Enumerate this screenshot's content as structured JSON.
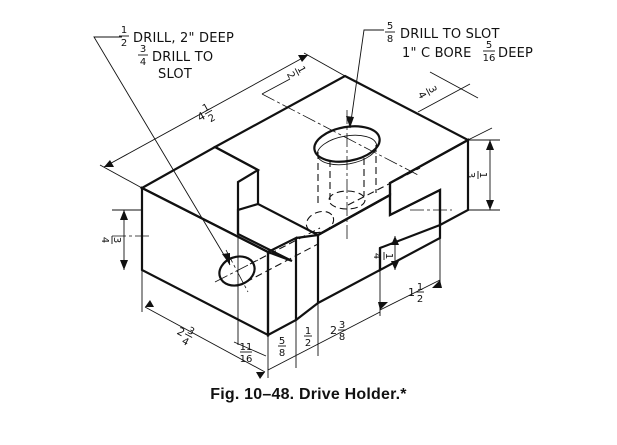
{
  "caption": "Fig. 10–48. Drive Holder.*",
  "notes": {
    "left": {
      "frac1": {
        "num": "1",
        "den": "2"
      },
      "line1": "DRILL, 2\" DEEP",
      "frac2": {
        "num": "3",
        "den": "4"
      },
      "line2": "DRILL TO",
      "line3": "SLOT"
    },
    "right": {
      "frac1": {
        "num": "5",
        "den": "8"
      },
      "line1": "DRILL TO SLOT",
      "line2a": "1\" C BORE",
      "frac2": {
        "num": "5",
        "den": "16"
      },
      "line2b": "DEEP"
    }
  },
  "dims": {
    "overall_length": {
      "whole": "4",
      "num": "1",
      "den": "2"
    },
    "top_offset": {
      "num": "1",
      "den": "2"
    },
    "right_depth": {
      "num": "3",
      "den": "4"
    },
    "height": {
      "num": "1",
      "den": "3"
    },
    "left_height": {
      "num": "3",
      "den": "4"
    },
    "groove_height": {
      "num": "1",
      "den": "4"
    },
    "front_width": {
      "whole": "2",
      "num": "3",
      "den": "4"
    },
    "slot_thk_a": {
      "num": "11",
      "den": "16"
    },
    "slot_thk_b": {
      "num": "5",
      "den": "8"
    },
    "slot_offset": {
      "num": "1",
      "den": "2"
    },
    "slot_width": {
      "whole": "2",
      "num": "3",
      "den": "8"
    },
    "groove_width": {
      "whole": "1",
      "num": "1",
      "den": "2"
    }
  }
}
